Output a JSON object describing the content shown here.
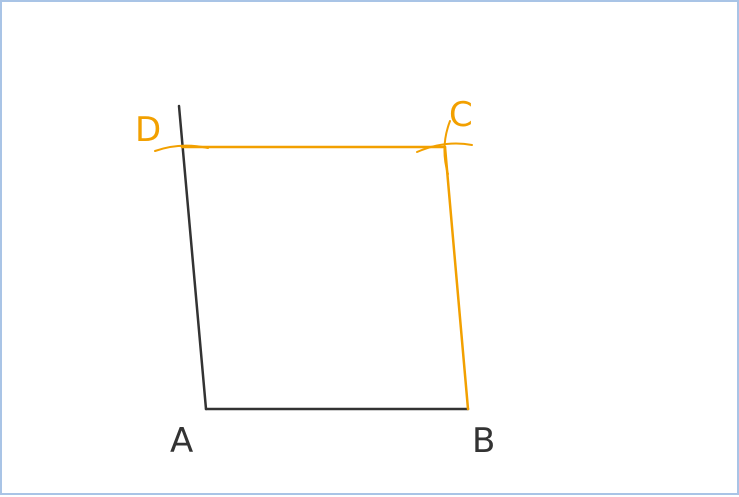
{
  "labels": {
    "a": "A",
    "b": "B",
    "c": "C",
    "d": "D"
  },
  "colors": {
    "frame": "#a9c4e6",
    "given_lines": "#333333",
    "construction_lines": "#f2a000"
  }
}
